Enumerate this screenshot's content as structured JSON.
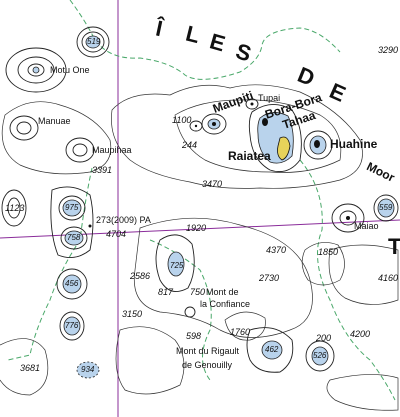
{
  "map": {
    "region_label": [
      "Î",
      "L",
      "E",
      "S",
      "D",
      "E"
    ],
    "region_continuation": [
      "Moor",
      "T"
    ],
    "islands": {
      "maupiti": "Maupiti",
      "tupai": "Tupai",
      "bora_bora": "Bora-Bora",
      "tahaa": "Tahaa",
      "raiatea": "Raiatea",
      "huahine": "Huahine",
      "motu_one": "Motu One",
      "manuae": "Manuae",
      "maupihaa": "Maupihaa",
      "maiao": "Maiao"
    },
    "seamounts": {
      "s519": "519",
      "s975": "975",
      "s758": "758",
      "s456": "456",
      "s776": "776",
      "s725": "725",
      "s462": "462",
      "s526": "526",
      "s559": "559",
      "s934": "934"
    },
    "depths": {
      "d1100": "1100",
      "d244": "244",
      "d3391": "3391",
      "d3470": "3470",
      "d1123": "1123",
      "d4704": "4704",
      "d1920": "1920",
      "d4370": "4370",
      "d1850": "1850",
      "d2586": "2586",
      "d817": "817",
      "d750": "750",
      "d3150": "3150",
      "d2730": "2730",
      "d4160": "4160",
      "d598": "598",
      "d1760": "1760",
      "d200": "200",
      "d4200": "4200",
      "d3681": "3681",
      "d3290": "3290"
    },
    "annotations": {
      "pa_sounding": "273(2009) PA",
      "mont_confiance_1": "Mont de",
      "mont_confiance_2": "la Confiance",
      "mont_rigault_1": "Mont du Rigault",
      "mont_rigault_2": "de Genouilly"
    }
  }
}
